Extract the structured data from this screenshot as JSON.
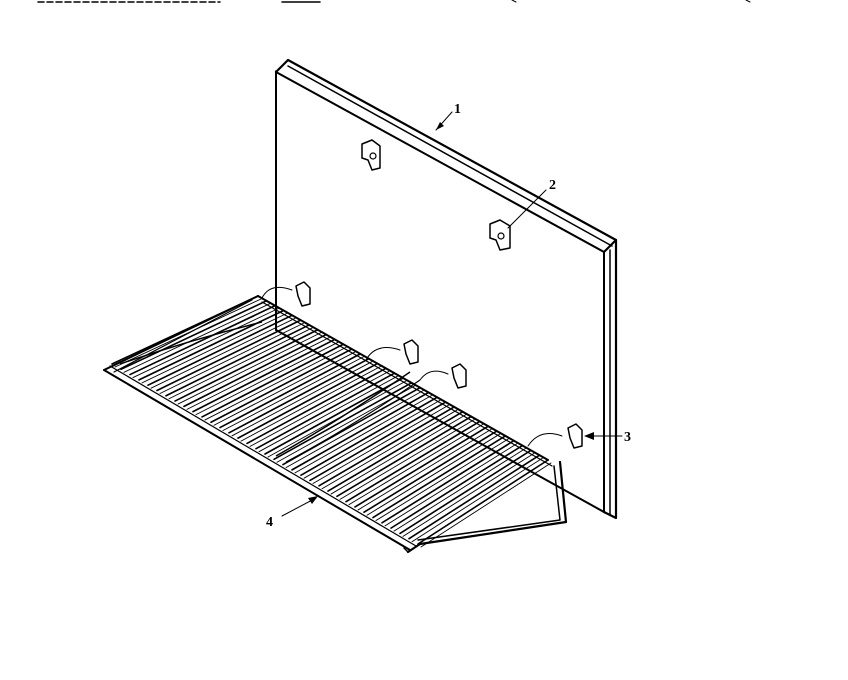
{
  "diagram": {
    "callouts": [
      {
        "id": "1",
        "text": "1"
      },
      {
        "id": "2",
        "text": "2"
      },
      {
        "id": "3",
        "text": "3"
      },
      {
        "id": "4",
        "text": "4"
      }
    ]
  },
  "colors": {
    "ink": "#000000",
    "paper": "#ffffff"
  }
}
